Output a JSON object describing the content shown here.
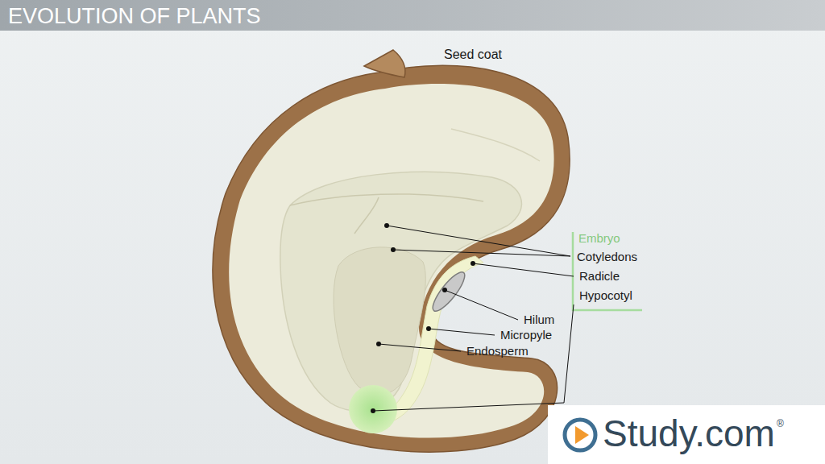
{
  "diagram": {
    "title": "EVOLUTION OF PLANTS",
    "labels": [
      "Seed coat",
      "Embryo",
      "Cotyledons",
      "Radicle",
      "Hypocotyl",
      "Hilum",
      "Micropyle",
      "Endosperm",
      "Study.com",
      "®"
    ]
  }
}
